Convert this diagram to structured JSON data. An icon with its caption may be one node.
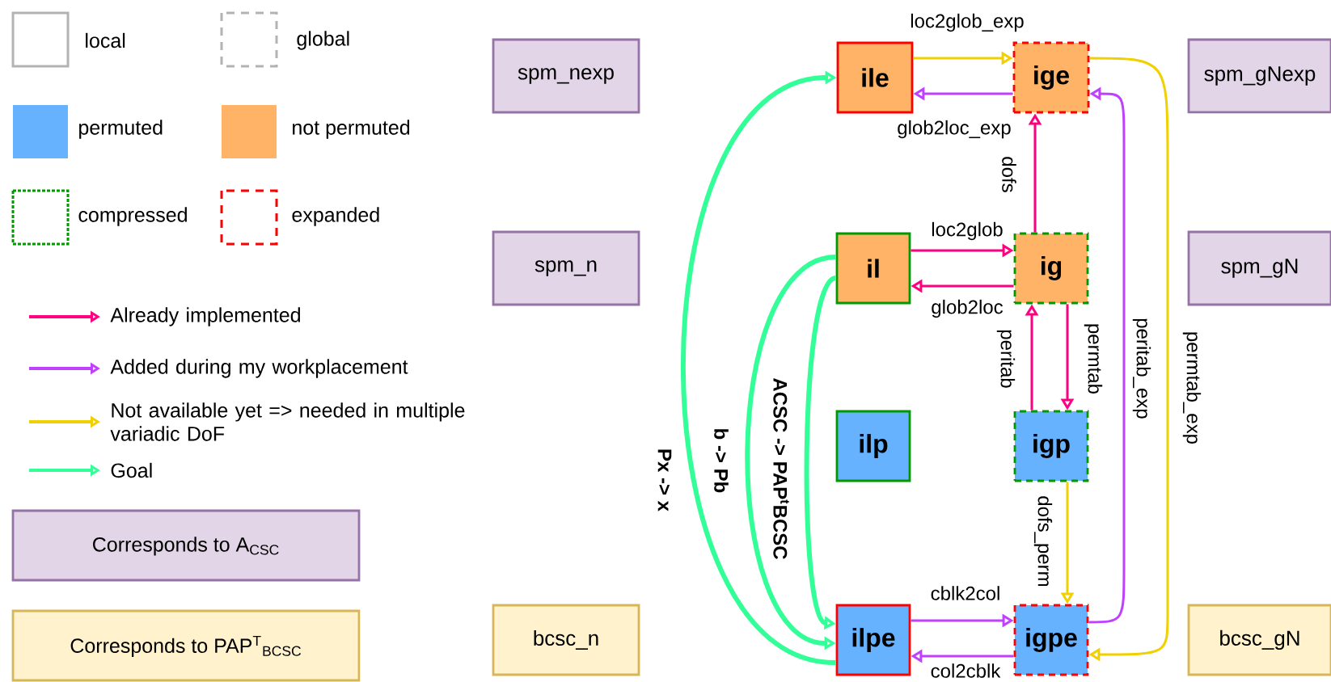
{
  "diagram": {
    "nodes": [
      {
        "text": [
          "spm_nexp"
        ]
      },
      {
        "text": [
          "ile"
        ]
      },
      {
        "text": [
          "ige"
        ]
      },
      {
        "text": [
          "spm_gNexp"
        ]
      },
      {
        "text": [
          "spm_n"
        ]
      },
      {
        "text": [
          "il"
        ]
      },
      {
        "text": [
          "ig"
        ]
      },
      {
        "text": [
          "spm_gN"
        ]
      },
      {
        "text": [
          "ilp"
        ]
      },
      {
        "text": [
          "igp"
        ]
      },
      {
        "text": [
          "bcsc_n"
        ]
      },
      {
        "text": [
          "ilpe"
        ]
      },
      {
        "text": [
          "igpe"
        ]
      },
      {
        "text": [
          "bcsc_gN"
        ]
      }
    ],
    "edges": [
      {
        "from": 1,
        "to": 2,
        "arrow": "to",
        "label": "loc2glob_exp",
        "color": "#f0d000"
      },
      {
        "from": 2,
        "to": 1,
        "arrow": "to",
        "label": "glob2loc_exp",
        "color": "#bf40ff"
      },
      {
        "from": 6,
        "to": 2,
        "arrow": "to",
        "label": "dofs"
      },
      {
        "from": 5,
        "to": 6,
        "arrow": "to",
        "label": "loc2glob"
      },
      {
        "from": 6,
        "to": 5,
        "arrow": "to",
        "label": "glob2loc"
      },
      {
        "from": 9,
        "to": 6,
        "arrow": "to",
        "label": "peritab"
      },
      {
        "from": 6,
        "to": 9,
        "arrow": "to",
        "label": "permtab"
      },
      {
        "from": 9,
        "to": 12,
        "arrow": "to",
        "label": "dofs_perm",
        "color": "#f0d000"
      },
      {
        "from": 12,
        "to": 2,
        "arrow": "to",
        "label": "peritab_exp",
        "color": "#bf40ff"
      },
      {
        "from": 2,
        "to": 12,
        "arrow": "to",
        "label": "permtab_exp",
        "color": "#f0d000"
      },
      {
        "from": 11,
        "to": 12,
        "arrow": "to",
        "label": "cblk2col",
        "color": "#bf40ff"
      },
      {
        "from": 12,
        "to": 11,
        "arrow": "to",
        "label": "col2cblk",
        "color": "#bf40ff"
      },
      {
        "from": 11,
        "to": 1,
        "arrow": "to",
        "label": "Px -> x",
        "style": "thick",
        "color": "#33ff99"
      },
      {
        "from": 5,
        "to": 11,
        "arrow": "to",
        "label": "b -> Pb",
        "style": "thick",
        "color": "#33ff99"
      },
      {
        "from": 5,
        "to": 11,
        "arrow": "to",
        "label": "ACSC -> PAP$^{t}$BCSC",
        "style": "thick",
        "color": "#33ff99"
      }
    ],
    "legend": [
      {
        "text": "local"
      },
      {
        "text": "global"
      },
      {
        "text": "permuted",
        "color": "#66b2ff"
      },
      {
        "text": "not permuted",
        "color": "#ffb366"
      },
      {
        "text": "compressed"
      },
      {
        "text": "expanded"
      },
      {
        "text": "Already implemented"
      },
      {
        "text": "Added during my workplacement"
      },
      {
        "text": "Not available yet => needed in multiple variadic DoF"
      },
      {
        "text": "Goal"
      },
      {
        "text": "Corresponds to A$_{CSC}$",
        "color": "#e1d5e7"
      },
      {
        "text": "Corresponds to PAP$^{T}$$_{BCSC}$",
        "color": "#fff2cc"
      }
    ]
  }
}
